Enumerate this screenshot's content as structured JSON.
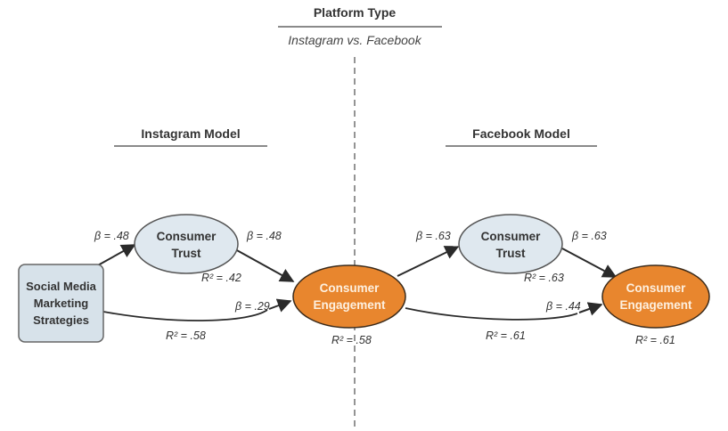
{
  "header": {
    "title": "Platform Type",
    "subtitle": "Instagram vs. Facebook"
  },
  "models": [
    {
      "title": "Instagram Model",
      "trust_node": "Consumer Trust",
      "engagement_node": "Consumer Engagement",
      "beta_smm_trust": "β = .48",
      "beta_trust_engagement": "β = .48",
      "r2_trust": "R² = .42",
      "beta_smm_engagement": "β = .29",
      "r2_path": "R² = .58",
      "r2_engagement": "R² = .58"
    },
    {
      "title": "Facebook Model",
      "trust_node": "Consumer Trust",
      "engagement_node": "Consumer Engagement",
      "beta_smm_trust": "β = .63",
      "beta_trust_engagement": "β = .63",
      "r2_trust": "R² = .63",
      "beta_smm_engagement": "β = .44",
      "r2_path": "R² = .61",
      "r2_engagement": "R² = .61"
    }
  ],
  "source_node": "Social Media Marketing Strategies",
  "colors": {
    "trust_fill": "#dfe8ef",
    "source_fill": "#d7e2ea",
    "engagement_fill": "#e8862e",
    "engagement_text": "#fdf0e0",
    "node_stroke": "#555555",
    "arrow": "#2a2a2a"
  }
}
